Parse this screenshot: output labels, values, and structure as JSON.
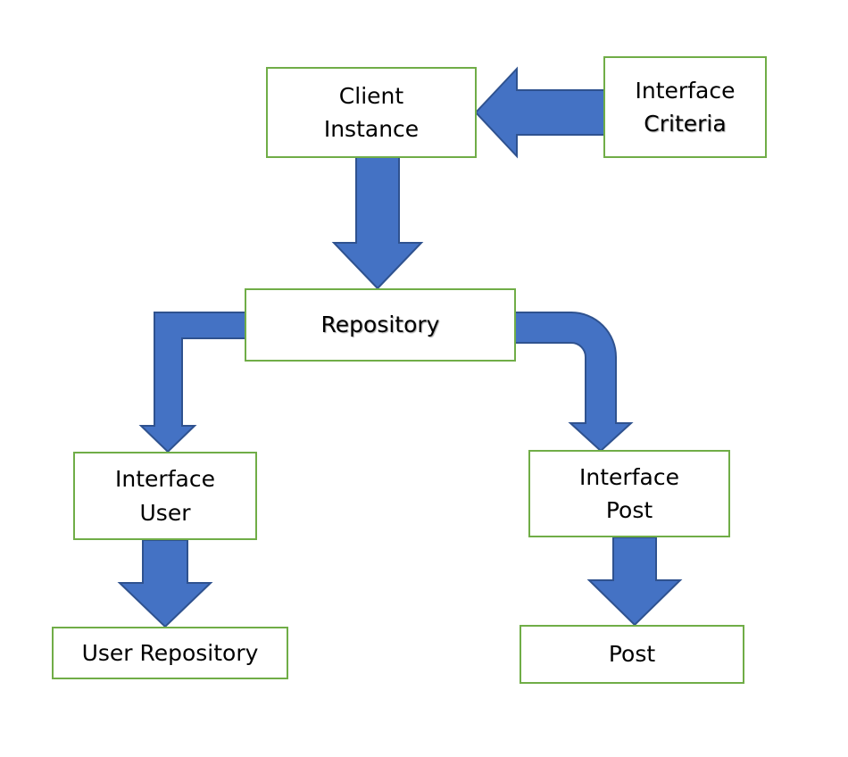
{
  "diagram": {
    "nodes": {
      "client_instance": {
        "line1": "Client",
        "line2": "Instance"
      },
      "interface_criteria": {
        "line1": "Interface",
        "line2": "Criteria"
      },
      "repository": {
        "label": "Repository"
      },
      "interface_user": {
        "line1": "Interface",
        "line2": "User"
      },
      "interface_post": {
        "line1": "Interface",
        "line2": "Post"
      },
      "user_repository": {
        "label": "User Repository"
      },
      "post": {
        "label": "Post"
      }
    },
    "edges": [
      {
        "from": "interface_criteria",
        "to": "client_instance"
      },
      {
        "from": "client_instance",
        "to": "repository"
      },
      {
        "from": "repository",
        "to": "interface_user"
      },
      {
        "from": "repository",
        "to": "interface_post"
      },
      {
        "from": "interface_user",
        "to": "user_repository"
      },
      {
        "from": "interface_post",
        "to": "post"
      }
    ],
    "colors": {
      "box_border": "#70ad47",
      "arrow_fill": "#4472c4",
      "arrow_outline": "#2f528f",
      "text": "#000000"
    }
  }
}
